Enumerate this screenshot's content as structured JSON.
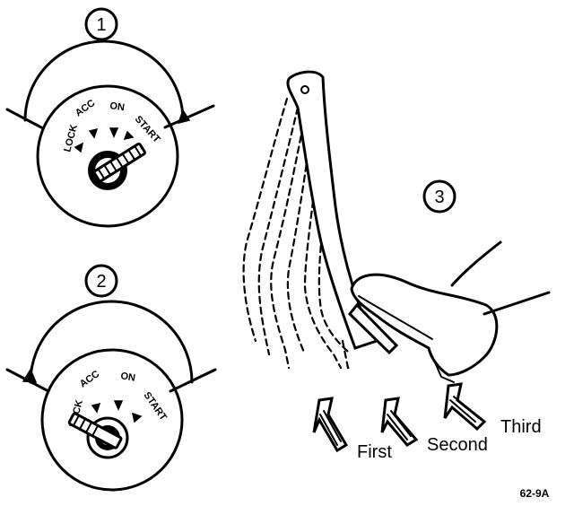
{
  "steps": {
    "one": "1",
    "two": "2",
    "three": "3"
  },
  "switch_positions": {
    "lock": "LOCK",
    "acc": "ACC",
    "on": "ON",
    "start": "START"
  },
  "pedal_presses": {
    "first": "First",
    "second": "Second",
    "third": "Third"
  },
  "figure_code": "62-9A",
  "colors": {
    "ink": "#000000",
    "paper": "#ffffff"
  },
  "icons": {
    "arrow": "press-arrow-icon",
    "key": "ignition-key-icon",
    "shoe": "shoe-icon"
  }
}
